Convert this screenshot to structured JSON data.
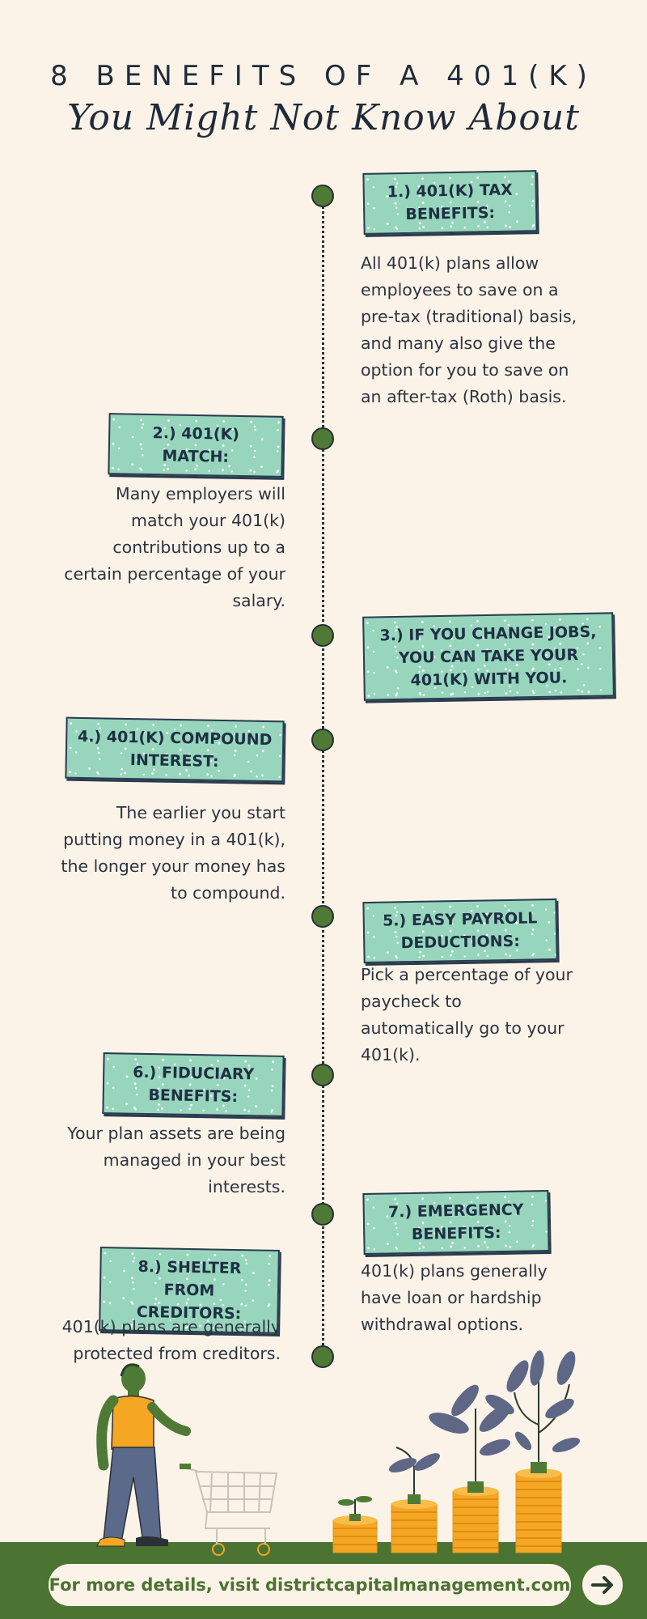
{
  "header": {
    "title": "8 BENEFITS OF A 401(K)",
    "subtitle": "You Might Not Know About"
  },
  "benefits": [
    {
      "heading_l1": "1.) 401(K) TAX",
      "heading_l2": "BENEFITS:",
      "side": "right",
      "desc": [
        "All 401(k) plans allow",
        "employees to save on a",
        "pre-tax (traditional) basis,",
        "and many also give the",
        "option for you to save on",
        "an after-tax (Roth) basis."
      ]
    },
    {
      "heading_l1": "2.) 401(K) MATCH:",
      "heading_l2": "",
      "side": "left",
      "desc": [
        "Many employers will",
        "match your 401(k)",
        "contributions up to a",
        "certain percentage of your",
        "salary."
      ]
    },
    {
      "heading_l1": "3.) IF YOU CHANGE JOBS,",
      "heading_l2": "YOU CAN TAKE YOUR",
      "heading_l3": "401(K) WITH YOU.",
      "side": "right",
      "desc": []
    },
    {
      "heading_l1": "4.) 401(K) COMPOUND",
      "heading_l2": "INTEREST:",
      "side": "left",
      "desc": [
        "The earlier you start",
        "putting money in a 401(k),",
        "the longer your money has",
        "to compound."
      ]
    },
    {
      "heading_l1": "5.) EASY PAYROLL",
      "heading_l2": "DEDUCTIONS:",
      "side": "right",
      "desc": [
        "Pick a percentage of your",
        "paycheck to",
        "automatically go to your",
        "401(k)."
      ]
    },
    {
      "heading_l1": "6.) FIDUCIARY",
      "heading_l2": "BENEFITS:",
      "side": "left",
      "desc": [
        "Your plan assets are being",
        "managed in your best",
        "interests."
      ]
    },
    {
      "heading_l1": "7.) EMERGENCY",
      "heading_l2": "BENEFITS:",
      "side": "right",
      "desc": [
        "401(k) plans generally",
        "have loan or hardship",
        "withdrawal options."
      ]
    },
    {
      "heading_l1": "8.) SHELTER FROM",
      "heading_l2": "CREDITORS:",
      "side": "left",
      "desc": [
        "401(k) plans are generally",
        "protected from creditors."
      ]
    }
  ],
  "footer": {
    "cta_text": "For more details, visit districtcapitalmanagement.com",
    "cta_icon": "arrow-right-icon"
  },
  "colors": {
    "background": "#fbf3e8",
    "tag_fill": "#97d6bd",
    "dot": "#4f7a35",
    "ground": "#4b7331",
    "coin": "#f5a623",
    "text": "#2d3440"
  }
}
